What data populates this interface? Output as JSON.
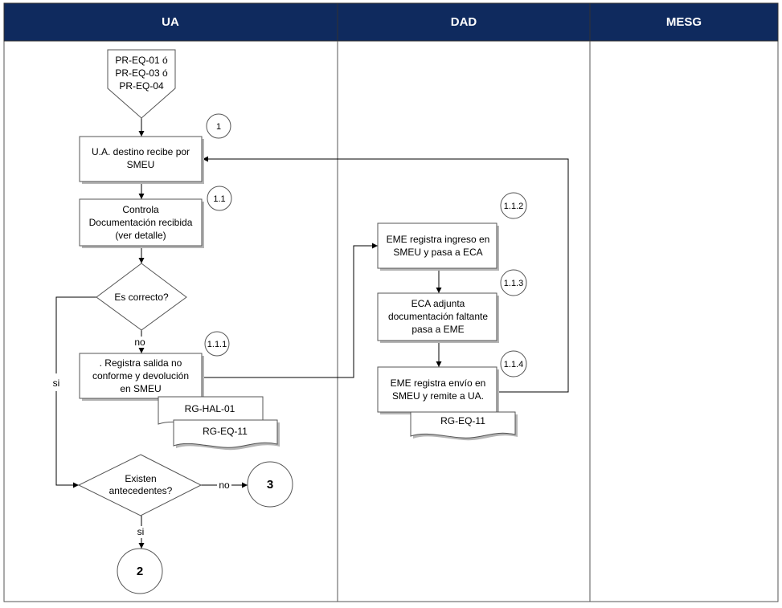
{
  "colors": {
    "header_bg": "#0f2a5e",
    "border": "#555555",
    "shadow": "#b5b5b5"
  },
  "lanes": [
    {
      "name": "UA"
    },
    {
      "name": "DAD"
    },
    {
      "name": "MESG"
    }
  ],
  "start": {
    "lines": [
      "PR-EQ-01 ó",
      "PR-EQ-03 ó",
      "PR-EQ-04"
    ]
  },
  "steps": {
    "recibe": {
      "lines": [
        "U.A. destino recibe por",
        "SMEU"
      ],
      "num": "1"
    },
    "controla": {
      "lines": [
        "Controla",
        "Documentación recibida",
        "(ver detalle)"
      ],
      "num": "1.1"
    },
    "es_correcto": {
      "label": "Es correcto?"
    },
    "registra_salida": {
      "lines": [
        ". Registra salida no",
        "conforme y devolución",
        "en SMEU"
      ],
      "num": "1.1.1"
    },
    "doc_rghal": {
      "label": "RG-HAL-01"
    },
    "doc_rgeq_ua": {
      "label": "RG-EQ-11"
    },
    "existen": {
      "lines": [
        "Existen",
        "antecedentes?"
      ]
    },
    "eme_ingreso": {
      "lines": [
        "EME registra ingreso en",
        "SMEU y pasa a ECA"
      ],
      "num": "1.1.2"
    },
    "eca_adjunta": {
      "lines": [
        "ECA adjunta",
        "documentación faltante",
        "pasa a EME"
      ],
      "num": "1.1.3"
    },
    "eme_envio": {
      "lines": [
        "EME registra envío en",
        "SMEU y remite a UA."
      ],
      "num": "1.1.4"
    },
    "doc_rgeq_dad": {
      "label": "RG-EQ-11"
    }
  },
  "edges": {
    "no1": "no",
    "si1": "si",
    "no2": "no",
    "si2": "si"
  },
  "connectors": {
    "c3": "3",
    "c2": "2"
  }
}
